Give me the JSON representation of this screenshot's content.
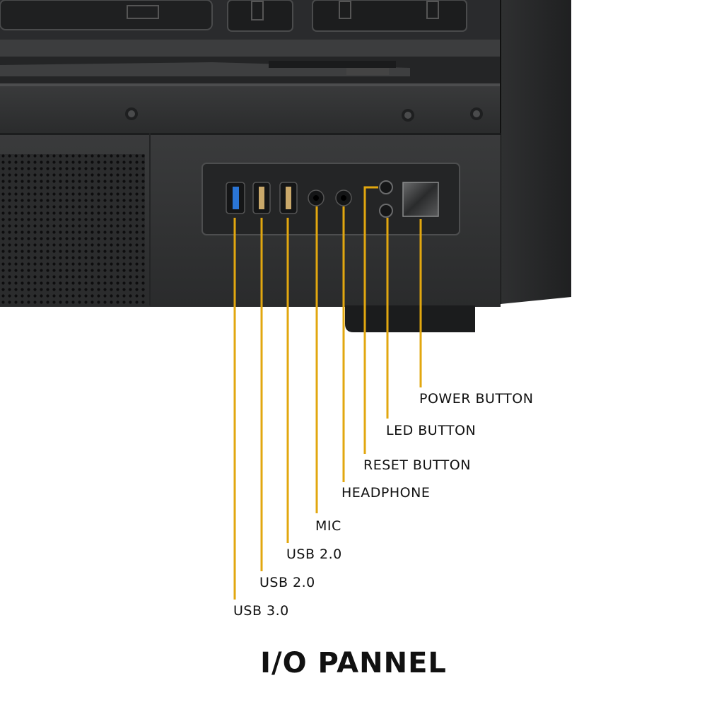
{
  "title": "I/O PANNEL",
  "accent_color": "#E2A70F",
  "callouts": [
    {
      "id": "usb30",
      "label": "USB 3.0"
    },
    {
      "id": "usb20a",
      "label": "USB 2.0"
    },
    {
      "id": "usb20b",
      "label": "USB 2.0"
    },
    {
      "id": "mic",
      "label": "MIC"
    },
    {
      "id": "headphone",
      "label": "HEADPHONE"
    },
    {
      "id": "reset",
      "label": "RESET BUTTON"
    },
    {
      "id": "led",
      "label": "LED BUTTON"
    },
    {
      "id": "power",
      "label": "POWER BUTTON"
    }
  ],
  "icons": [
    "usb-3-port-icon",
    "usb-2-port-icon",
    "audio-jack-icon",
    "reset-button-icon",
    "led-button-icon",
    "power-button-icon",
    "screw-icon",
    "mesh-vent-icon"
  ]
}
